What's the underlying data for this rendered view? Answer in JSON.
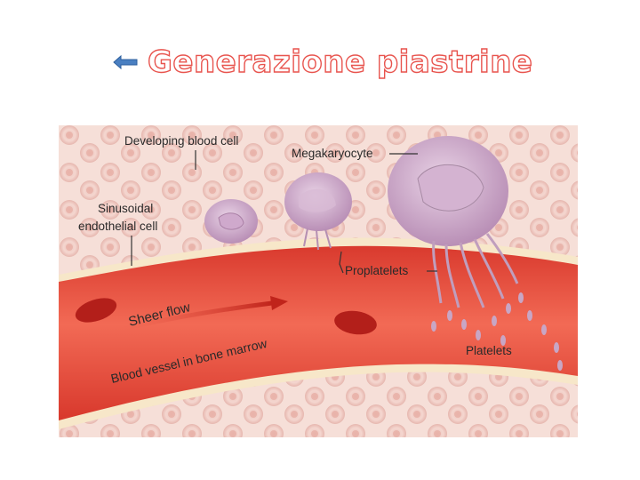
{
  "header": {
    "title": "Generazione piastrine",
    "back_icon": "left-arrow-icon"
  },
  "figure": {
    "labels": {
      "developing_blood_cell": "Developing blood cell",
      "megakaryocyte": "Megakaryocyte",
      "sinusoidal_line1": "Sinusoidal",
      "sinusoidal_line2": "endothelial cell",
      "proplatelets": "Proplatelets",
      "sheer_flow": "Sheer flow",
      "platelets": "Platelets",
      "blood_vessel": "Blood vessel in bone marrow"
    }
  },
  "colors": {
    "title_outline": "#e8544e",
    "arrow_blue": "#4a7fc1",
    "tissue_bg": "#f3d7d0",
    "vessel_red": "#e4473a",
    "megakaryocyte": "#c9a6c6"
  }
}
